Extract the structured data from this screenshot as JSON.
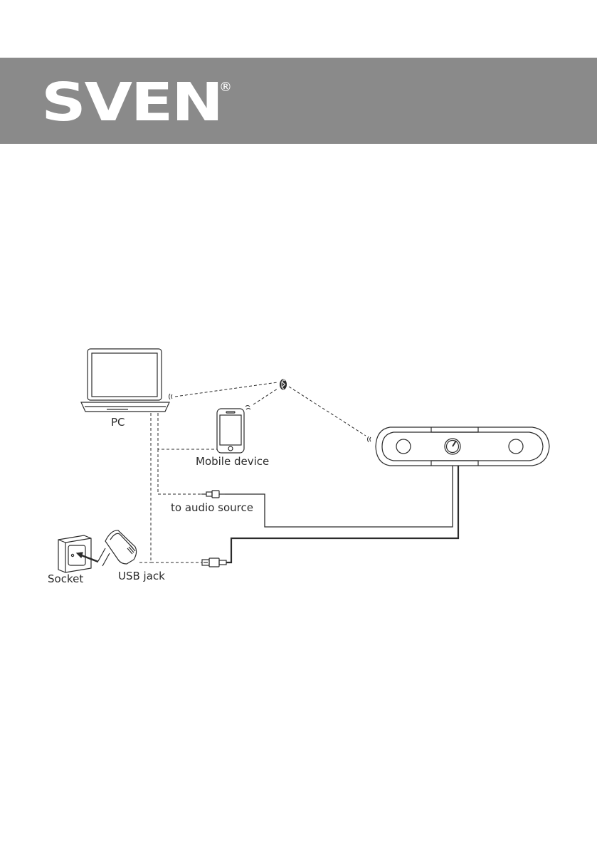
{
  "brand": {
    "logo_text": "SVEN",
    "registered_mark": "®"
  },
  "diagram": {
    "labels": {
      "pc": "PC",
      "mobile": "Mobile device",
      "audio_source": "to audio source",
      "socket": "Socket",
      "usb_jack": "USB jack"
    },
    "icons": {
      "bluetooth": "bluetooth-icon",
      "laptop": "laptop-icon",
      "phone": "smartphone-icon",
      "soundbar": "soundbar-speaker-icon",
      "socket": "wall-socket-icon",
      "adapter": "usb-power-adapter-icon",
      "jack": "audio-jack-3.5mm-icon",
      "usb_plug": "usb-plug-icon"
    }
  }
}
